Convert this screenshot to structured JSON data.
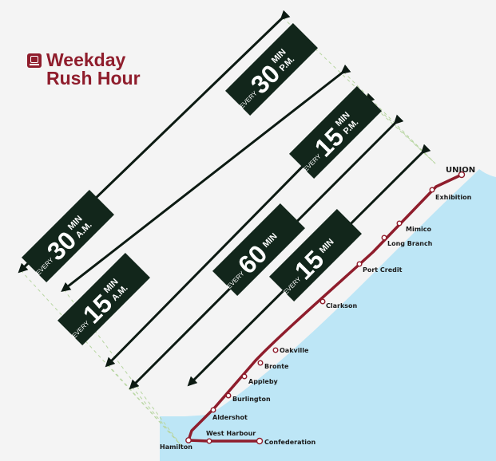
{
  "title": {
    "line1": "Weekday",
    "line2": "Rush Hour"
  },
  "colors": {
    "line": "#8f1d2c",
    "lake": "#bde6f6",
    "box": "#12261b",
    "arrow": "#0c1a12",
    "dash": "#b8d6a2"
  },
  "frequencies": [
    {
      "id": "am-30",
      "every": "EVERY",
      "number": "30",
      "unit": "MIN",
      "period": "A.M."
    },
    {
      "id": "pm-30",
      "every": "EVERY",
      "number": "30",
      "unit": "MIN",
      "period": "P.M."
    },
    {
      "id": "am-15",
      "every": "EVERY",
      "number": "15",
      "unit": "MIN",
      "period": "A.M."
    },
    {
      "id": "pm-15",
      "every": "EVERY",
      "number": "15",
      "unit": "MIN",
      "period": "P.M."
    },
    {
      "id": "all-60",
      "every": "EVERY",
      "number": "60",
      "unit": "MIN",
      "period": ""
    },
    {
      "id": "all-15",
      "every": "EVERY",
      "number": "15",
      "unit": "MIN",
      "period": ""
    }
  ],
  "stations": [
    {
      "name": "UNION",
      "terminal": true
    },
    {
      "name": "Exhibition"
    },
    {
      "name": "Mimico"
    },
    {
      "name": "Long Branch"
    },
    {
      "name": "Port Credit"
    },
    {
      "name": "Clarkson"
    },
    {
      "name": "Oakville"
    },
    {
      "name": "Bronte"
    },
    {
      "name": "Appleby"
    },
    {
      "name": "Burlington"
    },
    {
      "name": "Aldershot"
    },
    {
      "name": "Hamilton"
    },
    {
      "name": "West Harbour"
    },
    {
      "name": "Confederation",
      "terminal": true
    }
  ]
}
